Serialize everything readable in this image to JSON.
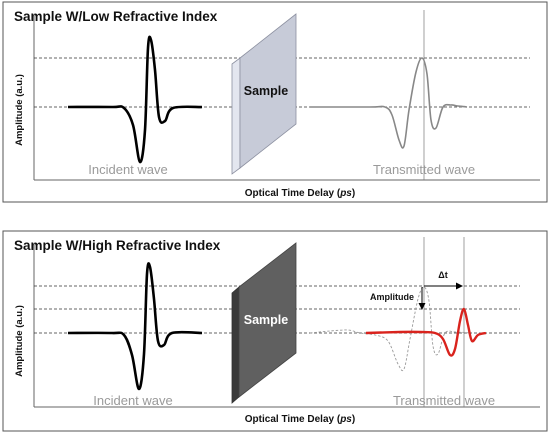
{
  "panels": [
    {
      "title": "Sample W/Low Refractive Index",
      "y_axis_label": "Amplitude (a.u.)",
      "x_axis_label_prefix": "Optical Time Delay (",
      "x_axis_label_unit": "ps",
      "x_axis_label_suffix": ")",
      "sample_label": "Sample",
      "incident_label": "Incident wave",
      "transmitted_label": "Transmitted wave",
      "sample_color": "#c7cbd8",
      "incident_color": "#000000",
      "transmitted_color": "#888888"
    },
    {
      "title": "Sample W/High Refractive Index",
      "y_axis_label": "Amplitude (a.u.)",
      "x_axis_label_prefix": "Optical Time Delay (",
      "x_axis_label_unit": "ps",
      "x_axis_label_suffix": ")",
      "sample_label": "Sample",
      "incident_label": "Incident wave",
      "transmitted_label": "Transmitted wave",
      "amplitude_label": "Amplitude",
      "delta_label": "Δt",
      "sample_color": "#606060",
      "incident_color": "#000000",
      "transmitted_color": "#d9231d",
      "reference_color": "#9a9a9a"
    }
  ]
}
